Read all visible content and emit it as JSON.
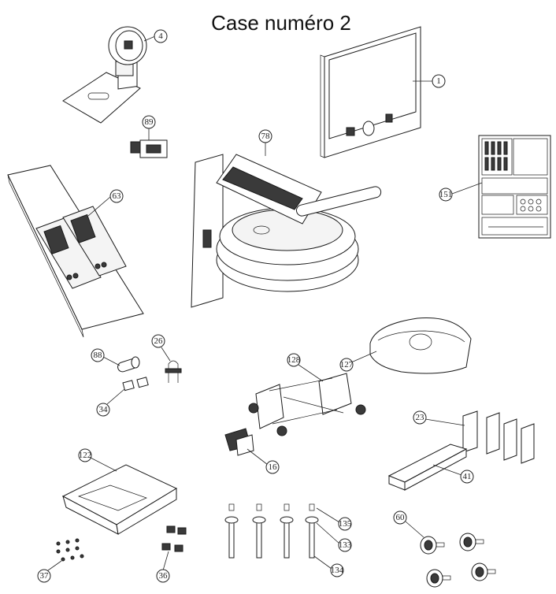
{
  "title": "Case numéro 2",
  "callouts": {
    "c1": "1",
    "c4": "4",
    "c89": "89",
    "c78": "78",
    "c151": "151",
    "c63": "63",
    "c88": "88",
    "c26": "26",
    "c34": "34",
    "c128": "128",
    "c127": "127",
    "c23": "23",
    "c16": "16",
    "c41": "41",
    "c122": "122",
    "c135": "135",
    "c60": "60",
    "c133": "133",
    "c37": "37",
    "c36": "36",
    "c134": "134"
  }
}
